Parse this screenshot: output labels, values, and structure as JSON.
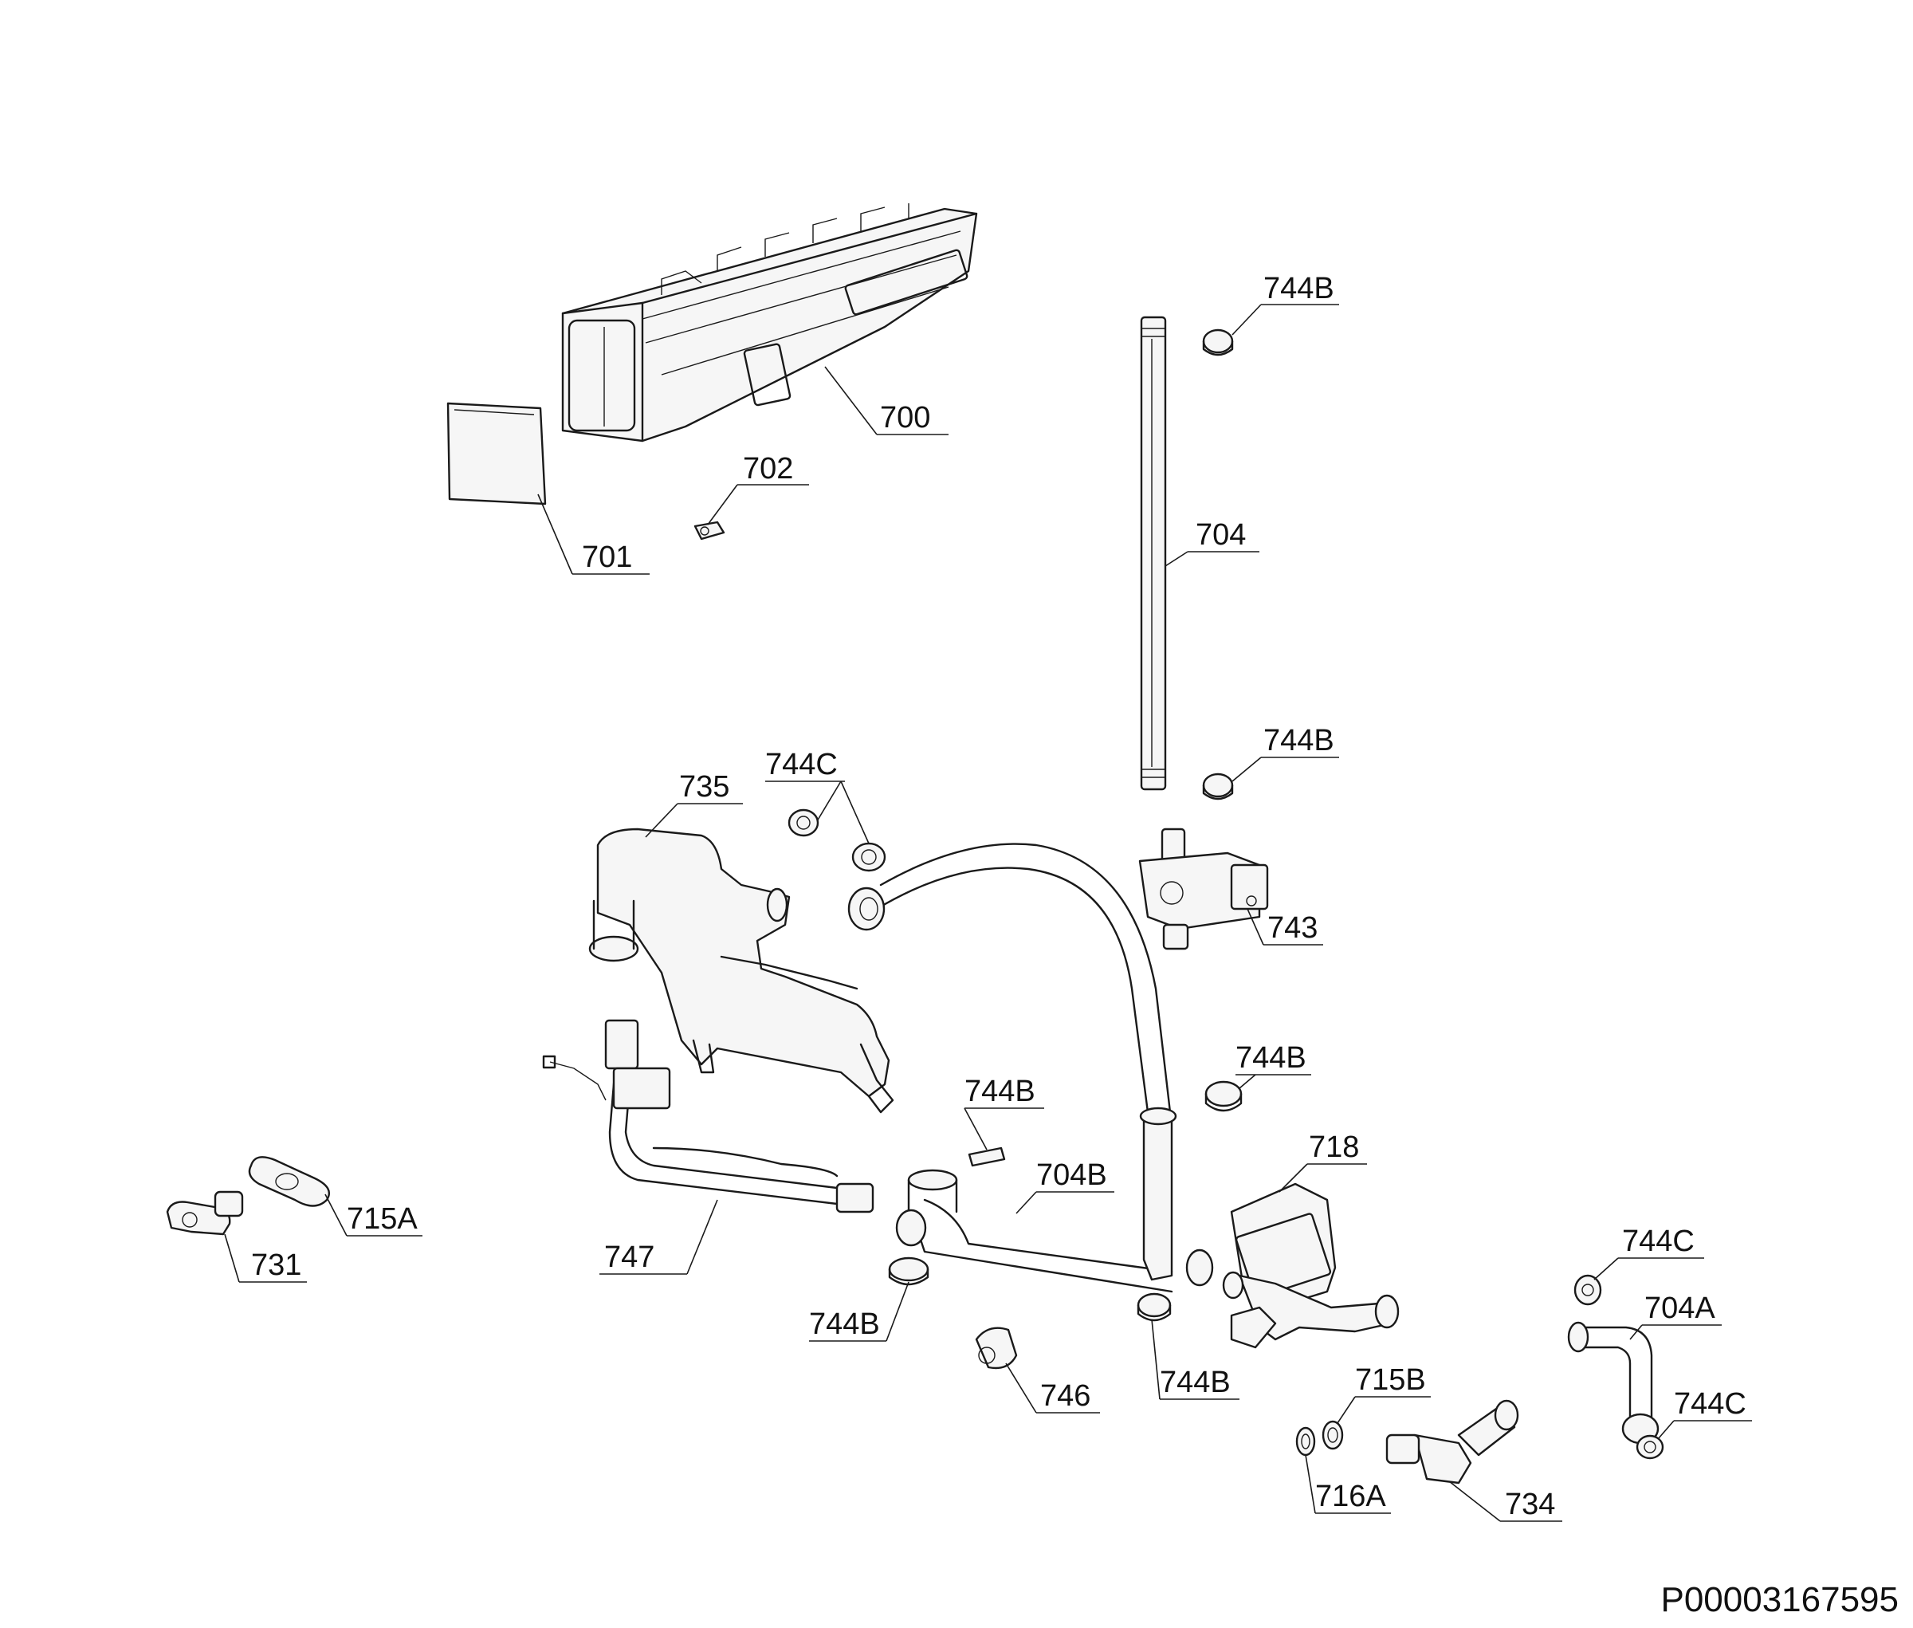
{
  "document_id": "P00003167595",
  "callouts": {
    "c700": "700",
    "c701": "701",
    "c702": "702",
    "c704": "704",
    "c744b_top": "744B",
    "c744b_mid": "744B",
    "c735": "735",
    "c744c_top": "744C",
    "c743": "743",
    "c744b_right": "744B",
    "c744b_center": "744B",
    "c718": "718",
    "c704b": "704B",
    "c715a": "715A",
    "c731": "731",
    "c747": "747",
    "c744b_lower_left": "744B",
    "c746": "746",
    "c744b_lower_mid": "744B",
    "c744c_right": "744C",
    "c704a": "704A",
    "c715b": "715B",
    "c744c_lower_right": "744C",
    "c716a": "716A",
    "c734": "734"
  }
}
